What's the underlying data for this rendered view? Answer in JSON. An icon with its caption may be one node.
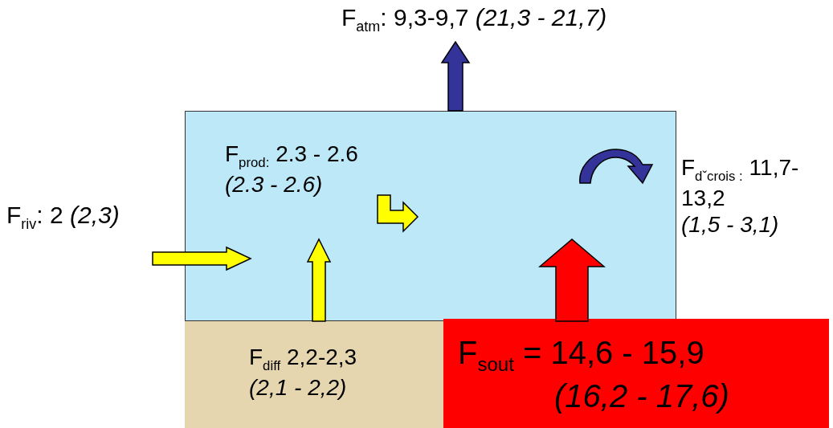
{
  "diagram": {
    "nodes": [
      {
        "text": [],
        "shape": "box"
      },
      {
        "text": [
          "F$_{diff}$ 2,2-2,3 *(2,1 - 2,2)*"
        ]
      },
      {
        "text": [
          "F$_{sout}$ = 14,6 - 15,9 *(16,2 - 17,6)*"
        ]
      },
      {
        "text": [
          "F$_{riv}$: 2 *(2,3)*"
        ]
      },
      {
        "text": [
          "F$_{atm}$: 9,3-9,7 *(21,3 - 21,7)*"
        ]
      }
    ],
    "edges": [
      {
        "from": 3,
        "to": 0,
        "arrow": "to"
      },
      {
        "from": 0,
        "to": 4,
        "arrow": "to",
        "color": "#333399"
      },
      {
        "from": 1,
        "to": 0,
        "arrow": "to"
      },
      {
        "from": 2,
        "to": 0,
        "arrow": "to",
        "color": "#ff0000"
      }
    ],
    "labels": [
      "F$_{prod:}$ 2.3 - 2.6 *(2.3 - 2.6)*",
      "F$_{dˇcrois :}$ 11,7-13,2 *(1,5 - 3,1)*"
    ]
  }
}
